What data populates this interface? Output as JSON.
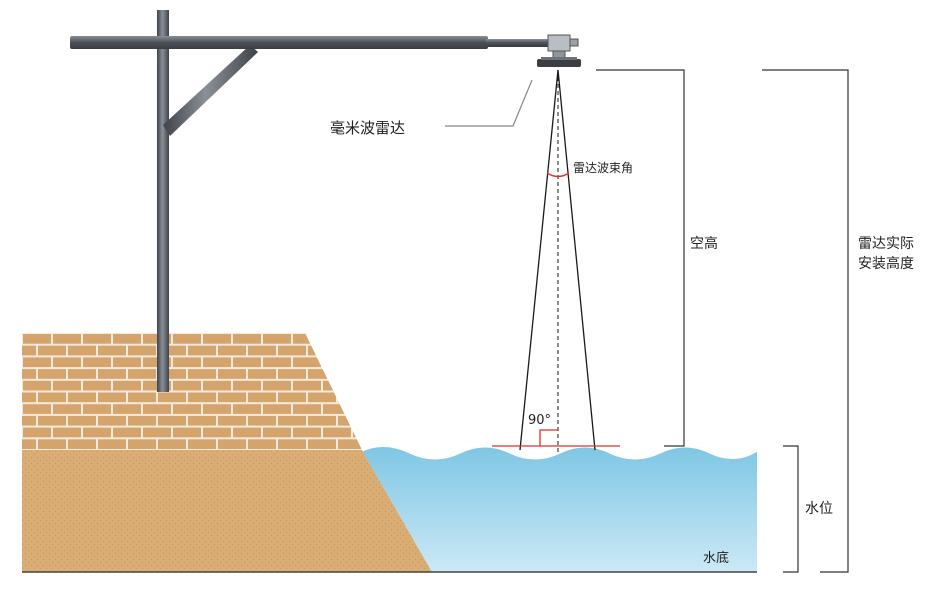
{
  "labels": {
    "radar": "毫米波雷达",
    "beam_angle": "雷达波束角",
    "air_gap": "空高",
    "install_height_line1": "雷达实际",
    "install_height_line2": "安装高度",
    "angle": "90°",
    "water_level": "水位",
    "water_bottom": "水底"
  },
  "colors": {
    "pole": "#5a5f66",
    "brick": "#d4a46c",
    "mortar": "#f3eadc",
    "soil": "#d9ad74",
    "water_top": "#7ec6e4",
    "water_bottom": "#c9e8f6",
    "beam": "#1a1a1a",
    "angle_mark": "#e0302a",
    "dimension": "#333333"
  }
}
